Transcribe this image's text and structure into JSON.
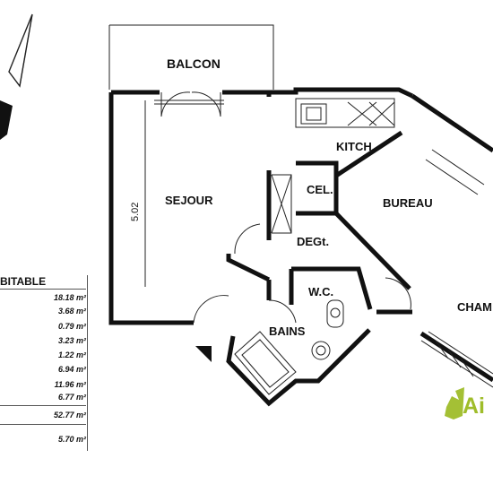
{
  "rooms": {
    "balcon": "BALCON",
    "sejour": "SEJOUR",
    "kitchen": "KITCH.",
    "cellier": "CEL.",
    "bureau": "BUREAU",
    "degagement": "DEGt.",
    "wc": "W.C.",
    "bains": "BAINS",
    "chambre": "CHAM"
  },
  "dimension": "5.02",
  "area_table": {
    "title": "BITABLE",
    "values": [
      "18.18 m²",
      "3.68 m²",
      "0.79 m²",
      "3.23 m²",
      "1.22 m²",
      "6.94 m²",
      "11.96 m²",
      "6.77 m²"
    ],
    "total": "52.77 m²",
    "extra": "5.70 m²"
  },
  "logo": {
    "text": "Ai",
    "color": "#9fbd2a"
  },
  "colors": {
    "ink": "#111111",
    "background": "#ffffff"
  }
}
